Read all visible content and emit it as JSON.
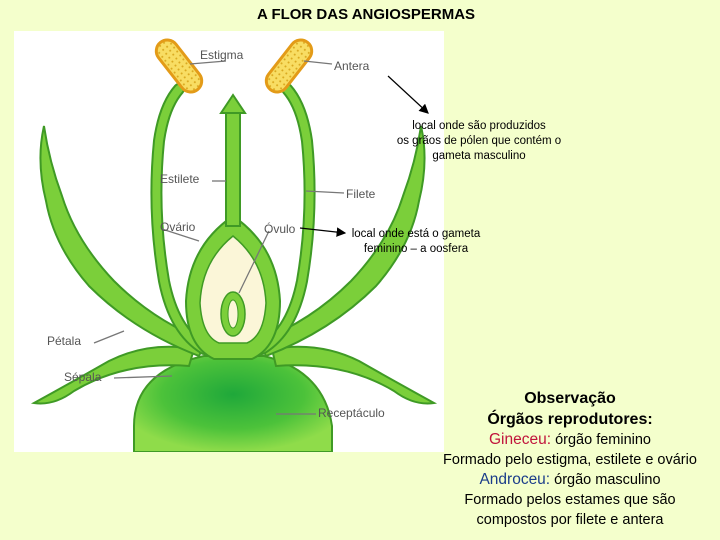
{
  "title": "A FLOR DAS ANGIOSPERMAS",
  "labels": {
    "estigma": "Estigma",
    "antera": "Antera",
    "estilete": "Estilete",
    "filete": "Filete",
    "ovario": "Ovário",
    "ovulo": "Óvulo",
    "petala": "Pétala",
    "sepala": "Sépala",
    "receptaculo": "Receptáculo"
  },
  "notes": {
    "antera_1": "local onde são produzidos",
    "antera_2": "os grãos de pólen que contém o",
    "antera_3": "gameta masculino",
    "ovulo_1": "local onde está o gameta",
    "ovulo_2": "feminino – a oosfera"
  },
  "observacao": {
    "heading": "Observação",
    "subheading": "Órgãos reprodutores:",
    "gineceu_term": "Gineceu:",
    "gineceu_desc": " órgão feminino",
    "gineceu_detail": "Formado pelo estigma, estilete e ovário",
    "androceu_term": "Androceu:",
    "androceu_desc": " órgão masculino",
    "androceu_detail_1": "Formado pelos estames que são",
    "androceu_detail_2": "compostos por filete e antera"
  },
  "colors": {
    "background": "#f4ffcc",
    "plant_green": "#7bcf3a",
    "dark_green": "#2e8b1f",
    "anther_yellow": "#f5cc3c",
    "ovary_cream": "#fbf6d8",
    "gineceu": "#c0143c",
    "androceu": "#1b3d8a"
  }
}
